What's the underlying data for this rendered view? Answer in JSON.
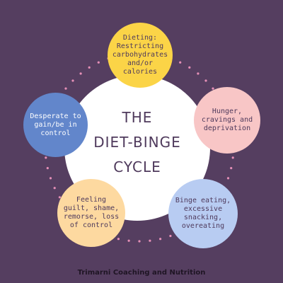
{
  "title": {
    "line1": "THE",
    "line2": "DIET-BINGE",
    "line3": "CYCLE"
  },
  "stages": {
    "dieting": "Dieting: Restricting carbohydrates and/or calories",
    "hunger": "Hunger, cravings and deprivation",
    "binge": "Binge eating, excessive snacking, overeating",
    "guilt": "Feeling guilt, shame, remorse, loss of control",
    "control": "Desperate to gain/be in control"
  },
  "footer": "Trimarni Coaching and Nutrition",
  "colors": {
    "background": "#553e60",
    "hub": "#ffffff",
    "dieting": "#fbd447",
    "hunger": "#f8c6c6",
    "binge": "#b8ccf2",
    "guilt": "#fdd9a0",
    "control": "#6286cb",
    "dots": "#e58fb7"
  }
}
